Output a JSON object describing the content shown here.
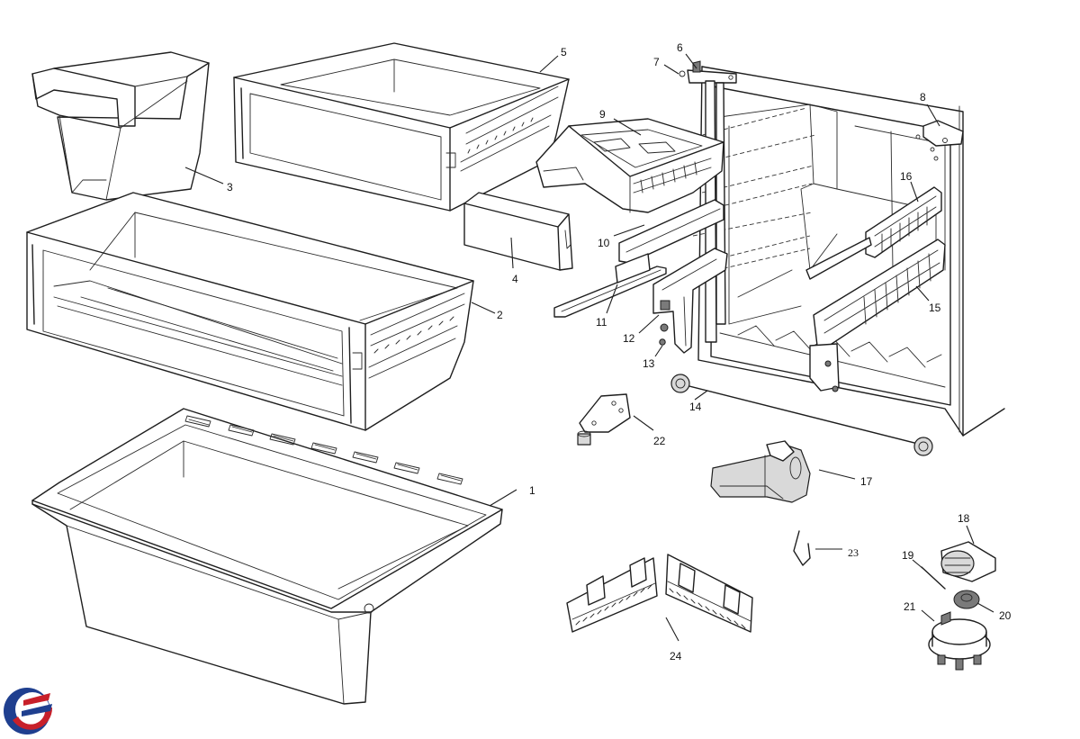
{
  "callouts": {
    "c1": "1",
    "c2": "2",
    "c3": "3",
    "c4": "4",
    "c5": "5",
    "c6": "6",
    "c7": "7",
    "c8": "8",
    "c9": "9",
    "c10": "10",
    "c11": "11",
    "c12": "12",
    "c13": "13",
    "c14": "14",
    "c15": "15",
    "c16": "16",
    "c17": "17",
    "c18": "18",
    "c19": "19",
    "c20": "20",
    "c21": "21",
    "c22": "22",
    "c23": "23",
    "c24": "24"
  },
  "colors": {
    "line": "#1e1e1e",
    "logo_red": "#c8202a",
    "logo_blue": "#1f3f8f"
  },
  "icons": {
    "logo": "brand-logo-icon"
  }
}
